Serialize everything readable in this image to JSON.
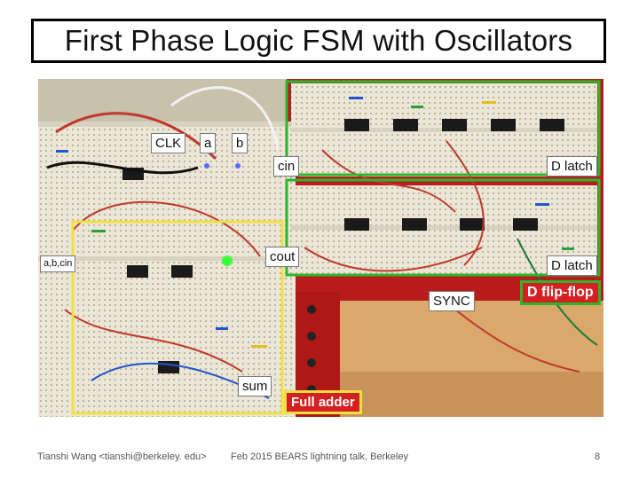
{
  "slide": {
    "title": "First Phase Logic FSM with Oscillators",
    "footer": {
      "author": "Tianshi Wang <tianshi@berkeley. edu>",
      "event": "Feb 2015 BEARS lightning talk, Berkeley",
      "page": "8"
    }
  },
  "photo": {
    "labels": {
      "clk": "CLK",
      "a": "a",
      "b": "b",
      "cin": "cin",
      "d_latch_top": "D latch",
      "d_latch_bottom": "D latch",
      "abcin": "a,b,cin",
      "cout": "cout",
      "sync": "SYNC",
      "d_flip_flop": "D flip-flop",
      "sum": "sum",
      "full_adder": "Full adder"
    }
  },
  "colors": {
    "breadboard": "#e9e4d4",
    "table_red": "#b81c1c",
    "wood": "#d9a86a",
    "highlight_green": "#2db52d",
    "highlight_yellow": "#f0e040"
  }
}
